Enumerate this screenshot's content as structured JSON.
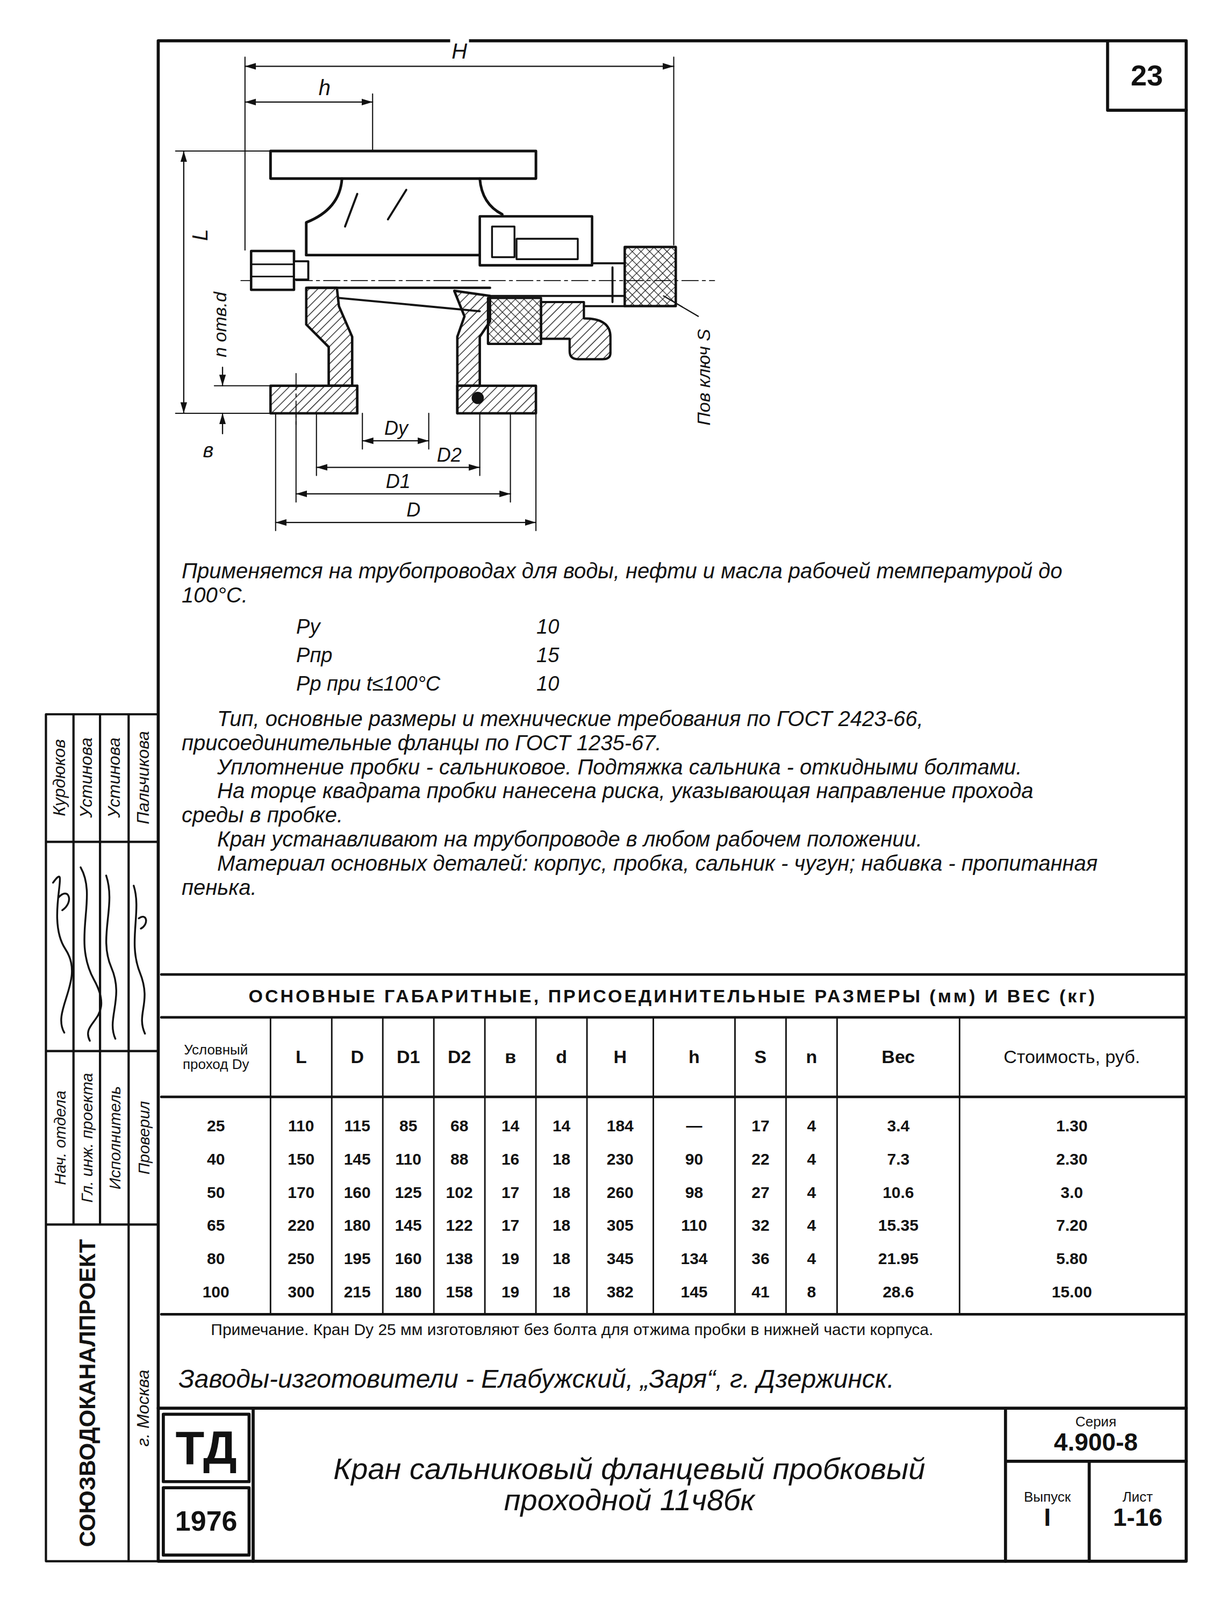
{
  "diagram": {
    "nodes": [
      {
        "text": [
          "23"
        ]
      },
      {
        "text": [
          "ТД"
        ]
      },
      {
        "text": [
          "1976"
        ]
      },
      {
        "text": [
          "Кран сальниковый фланцевый пробковый проходной 11ч8бк"
        ]
      },
      {
        "text": [
          "Серия",
          "4.900-8"
        ]
      },
      {
        "text": [
          "Выпуск",
          "I"
        ]
      },
      {
        "text": [
          "Лист",
          "1-16"
        ]
      }
    ],
    "labels": [
      "H",
      "h",
      "L",
      "n отв.d",
      "в",
      "Dy",
      "D2",
      "D1",
      "D",
      "Пов ключ S",
      "Применяется на трубопроводах для воды, нефти и масла рабочей температурой до 100°С.",
      "Ру",
      "10",
      "Рпр",
      "15",
      "Рр при t≤100°С",
      "10",
      "Тип, основные размеры и технические требования по ГОСТ 2423-66, присоединительные фланцы по ГОСТ 1235-67.",
      "Уплотнение пробки - сальниковое. Подтяжка сальника - откидными болтами.",
      "На торце квадрата пробки нанесена риска, указывающая направление прохода среды в пробке.",
      "Кран устанавливают на трубопроводе в любом рабочем положении.",
      "Материал основных деталей: корпус, пробка, сальник - чугун; набивка - пропитанная пенька.",
      "ОСНОВНЫЕ ГАБАРИТНЫЕ, ПРИСОЕДИНИТЕЛЬНЫЕ РАЗМЕРЫ (мм) И ВЕС (кг)",
      "Условный проход Dy",
      "L",
      "D",
      "D1",
      "D2",
      "в",
      "d",
      "H",
      "h",
      "S",
      "n",
      "Вес",
      "Стоимость, руб.",
      "25",
      "110",
      "115",
      "85",
      "68",
      "14",
      "14",
      "184",
      "—",
      "17",
      "4",
      "3.4",
      "1.30",
      "40",
      "150",
      "145",
      "110",
      "88",
      "16",
      "18",
      "230",
      "90",
      "22",
      "4",
      "7.3",
      "2.30",
      "50",
      "170",
      "160",
      "125",
      "102",
      "17",
      "18",
      "260",
      "98",
      "27",
      "4",
      "10.6",
      "3.0",
      "65",
      "220",
      "180",
      "145",
      "122",
      "17",
      "18",
      "305",
      "110",
      "32",
      "4",
      "15.35",
      "7.20",
      "80",
      "250",
      "195",
      "160",
      "138",
      "19",
      "18",
      "345",
      "134",
      "36",
      "4",
      "21.95",
      "5.80",
      "100",
      "300",
      "215",
      "180",
      "158",
      "19",
      "18",
      "382",
      "145",
      "41",
      "8",
      "28.6",
      "15.00",
      "Примечание. Кран Dy 25 мм изготовляют без болта для отжима пробки в нижней части корпуса.",
      "Заводы-изготовители - Елабужский, „Заря“, г. Дзержинск.",
      "Курдюков",
      "Устинова",
      "Устинова",
      "Пальчикова",
      "Нач. отдела",
      "Гл. инж. проекта",
      "Исполнитель",
      "Проверил",
      "СОЮЗВОДОКАНАЛПРОЕКТ",
      "г. Москва"
    ]
  }
}
